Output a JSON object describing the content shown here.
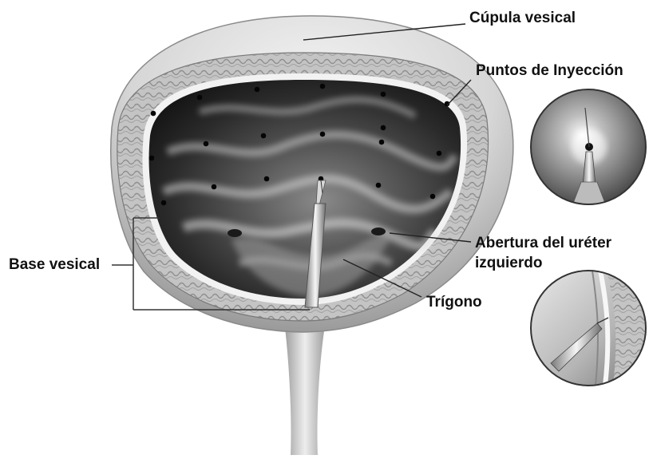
{
  "labels": {
    "cupula": "Cúpula vesical",
    "puntos": "Puntos de Inyección",
    "abertura_line1": "Abertura del uréter",
    "abertura_line2": "izquierdo",
    "trigono": "Trígono",
    "base": "Base vesical"
  },
  "injection_point_count": 19,
  "colors": {
    "ink": "#111111",
    "bladder_outer": "#d9d9d9",
    "bladder_lumen": "#2a2a2a",
    "wall": "#bdbdbd"
  }
}
